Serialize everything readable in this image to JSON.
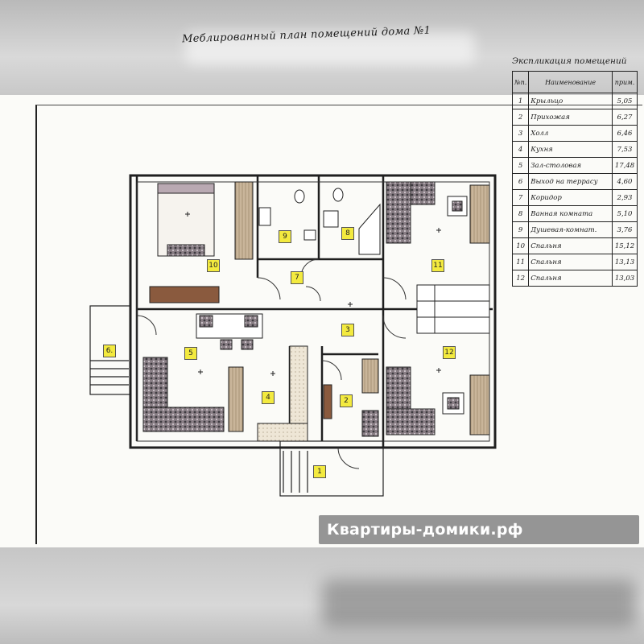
{
  "title": "Меблированный план помещений дома №1",
  "legend": {
    "title": "Экспликация помещений",
    "headers": {
      "num": "№п.",
      "name": "Наименование",
      "area": "прим."
    },
    "rows": [
      {
        "num": "1",
        "name": "Крыльцо",
        "area": "5,05"
      },
      {
        "num": "2",
        "name": "Прихожая",
        "area": "6,27"
      },
      {
        "num": "3",
        "name": "Холл",
        "area": "6,46"
      },
      {
        "num": "4",
        "name": "Кухня",
        "area": "7,53"
      },
      {
        "num": "5",
        "name": "Зал-столовая",
        "area": "17,48"
      },
      {
        "num": "6",
        "name": "Выход на террасу",
        "area": "4,60"
      },
      {
        "num": "7",
        "name": "Коридор",
        "area": "2,93"
      },
      {
        "num": "8",
        "name": "Ванная комната",
        "area": "5,10"
      },
      {
        "num": "9",
        "name": "Душевая-комнат.",
        "area": "3,76"
      },
      {
        "num": "10",
        "name": "Спальня",
        "area": "15,12"
      },
      {
        "num": "11",
        "name": "Спальня",
        "area": "13,13"
      },
      {
        "num": "12",
        "name": "Спальня",
        "area": "13,03"
      }
    ]
  },
  "room_tags": [
    "1",
    "2",
    "3",
    "4",
    "5",
    "6.",
    "7",
    "8",
    "9",
    "10",
    "11",
    "12"
  ],
  "watermark": "Квартиры-домики.рф",
  "colors": {
    "tag": "#f3ea3f",
    "wall": "#1f1f1f",
    "sheet": "#fbfbf8"
  }
}
